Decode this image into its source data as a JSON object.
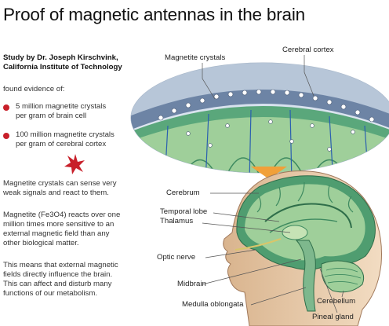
{
  "title": "Proof of magnetic antennas in the brain",
  "study": {
    "line1": "Study by Dr. Joseph Kirschvink,",
    "line2": "California Institute of Technology"
  },
  "found": "found evidence of:",
  "bullets": [
    {
      "line1": "5 million magnetite crystals",
      "line2": "per gram of brain cell"
    },
    {
      "line1": "100 million magnetite crystals",
      "line2": "per gram of cerebral cortex"
    }
  ],
  "paragraphs": [
    {
      "lines": [
        "Magnetite crystals can sense very",
        "weak signals and react to them."
      ]
    },
    {
      "lines": [
        "Magnetite (Fe3O4) reacts over one",
        "million times more sensitive to an",
        "external magnetic field than any",
        "other biological matter."
      ]
    },
    {
      "lines": [
        "This means that external magnetic",
        "fields directly influence the brain.",
        "This can affect and disturb many",
        "functions of our metabolism."
      ]
    }
  ],
  "labels": {
    "magnetite_crystals": "Magnetite crystals",
    "cerebral_cortex": "Cerebral cortex",
    "cerebrum": "Cerebrum",
    "temporal_lobe": "Temporal lobe",
    "thalamus": "Thalamus",
    "optic_nerve": "Optic nerve",
    "midbrain": "Midbrain",
    "medulla": "Medulla oblongata",
    "cerebellum": "Cerebellum",
    "pineal": "Pineal gland"
  },
  "colors": {
    "accent_red": "#c8202a",
    "brain_green": "#9fcf9a",
    "brain_dark": "#3e8a60",
    "vessel_blue": "#2a5fb0",
    "skin": "#e7c9a6",
    "arrow_orange": "#f1a039"
  }
}
